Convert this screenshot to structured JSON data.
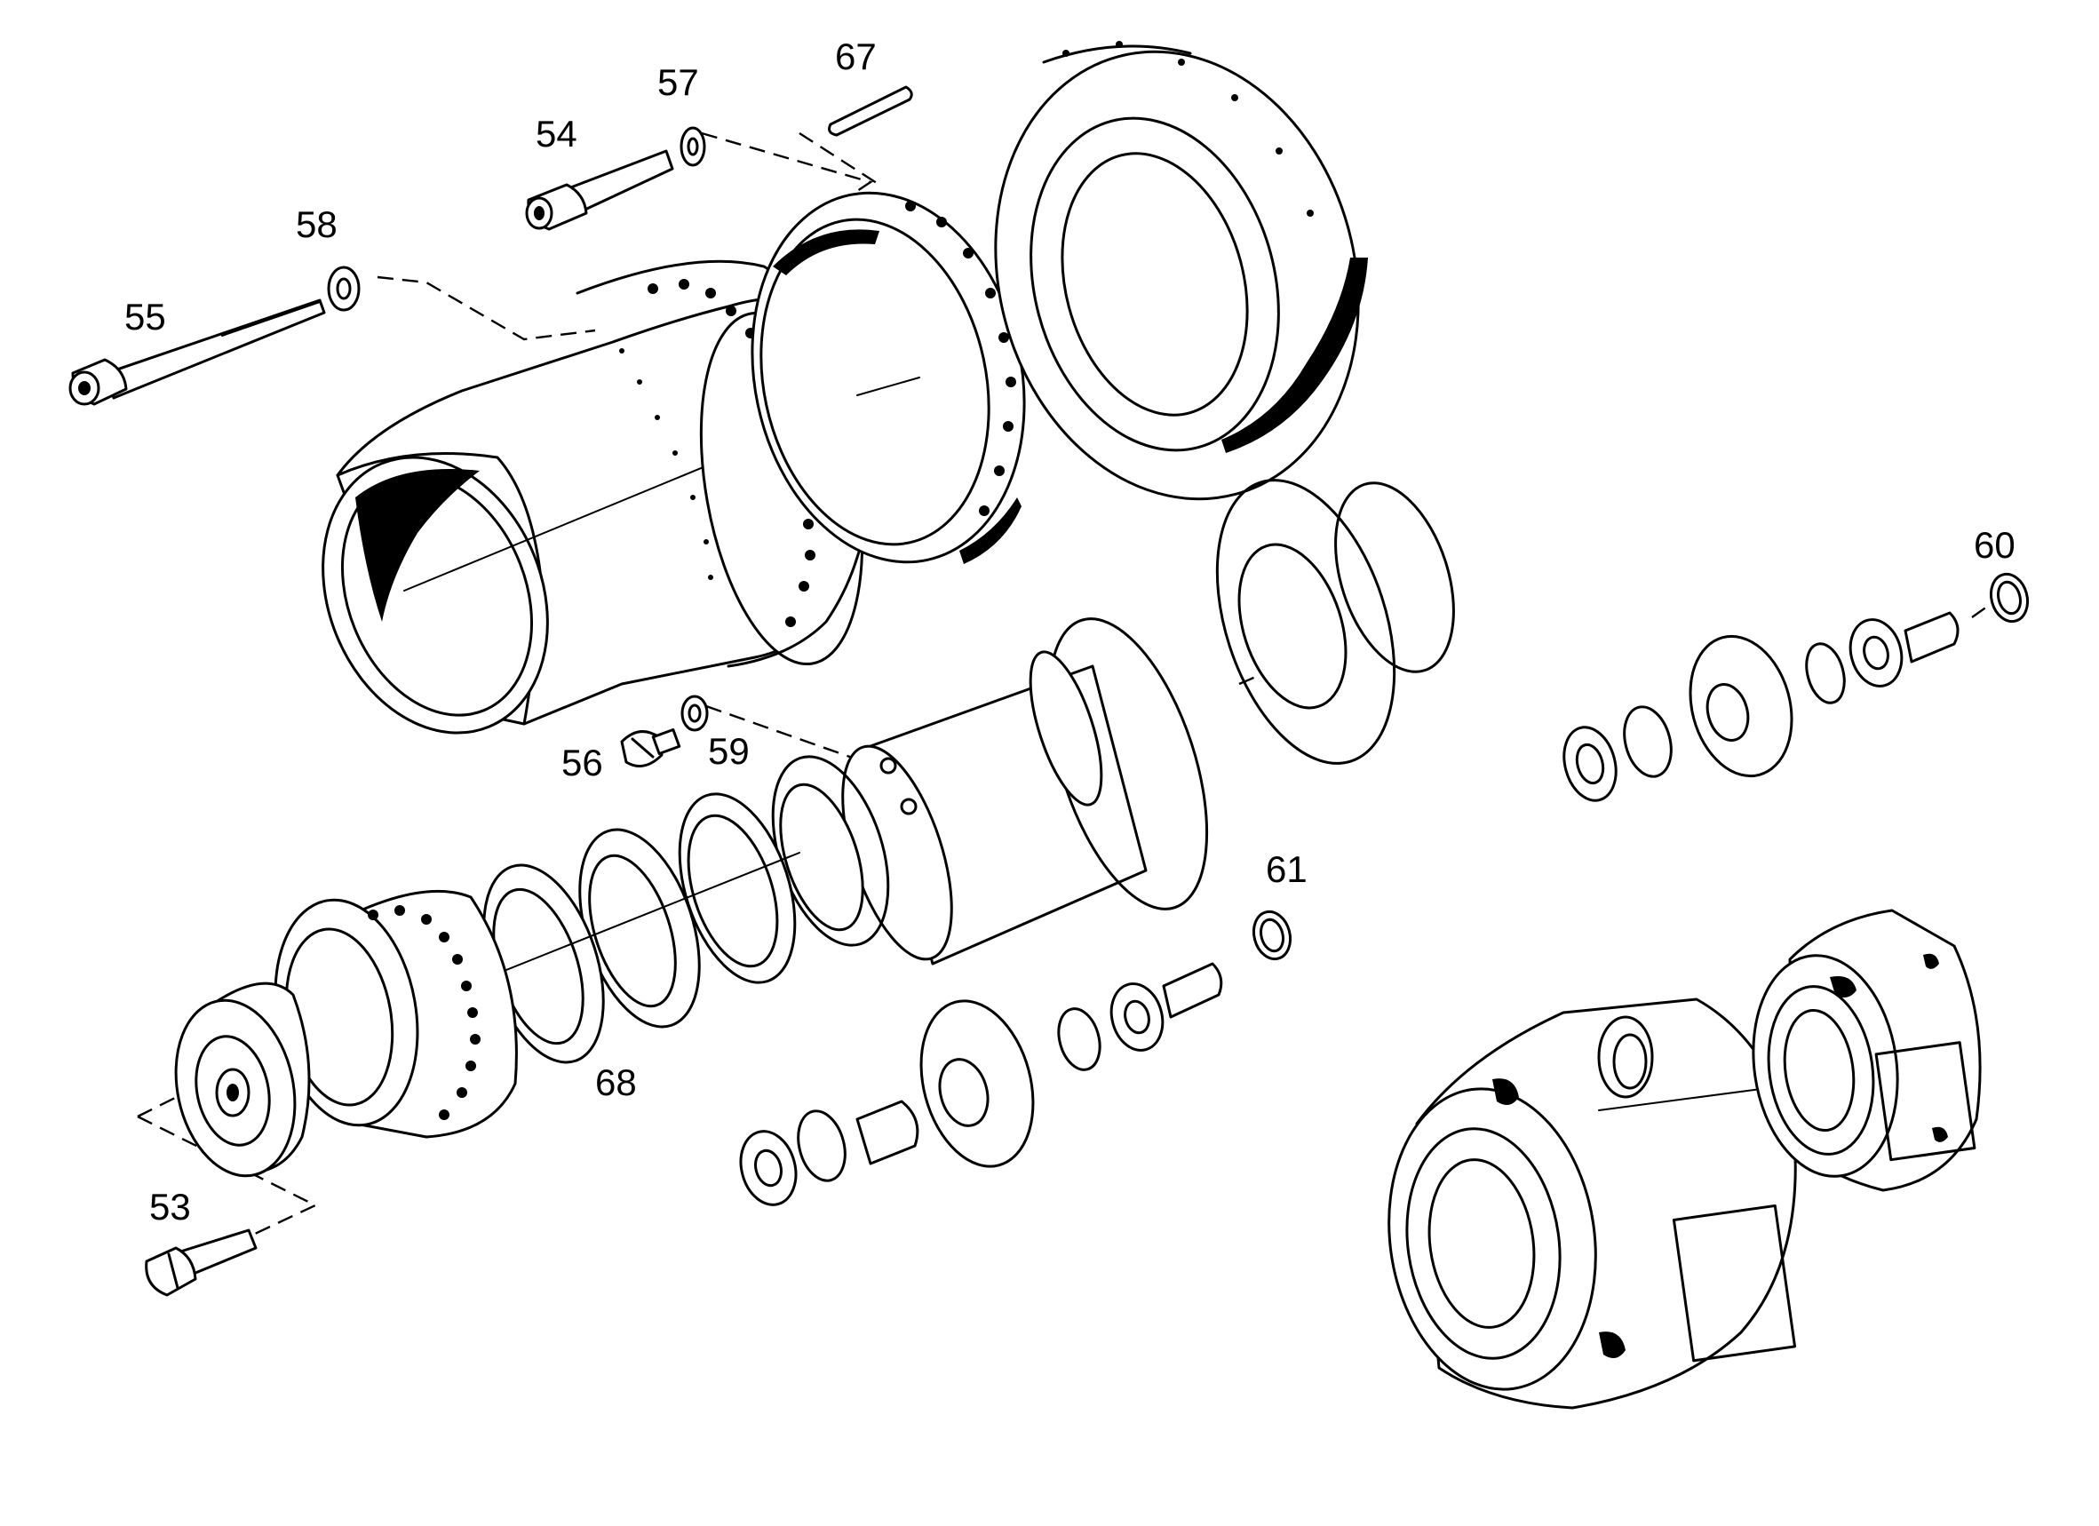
{
  "diagram": {
    "kind": "exploded parts view",
    "callouts": [
      {
        "id": "53",
        "label": "53"
      },
      {
        "id": "54",
        "label": "54"
      },
      {
        "id": "55",
        "label": "55"
      },
      {
        "id": "56",
        "label": "56"
      },
      {
        "id": "57",
        "label": "57"
      },
      {
        "id": "58",
        "label": "58"
      },
      {
        "id": "59",
        "label": "59"
      },
      {
        "id": "60",
        "label": "60"
      },
      {
        "id": "61",
        "label": "61"
      },
      {
        "id": "67",
        "label": "67"
      },
      {
        "id": "68",
        "label": "68"
      }
    ]
  }
}
